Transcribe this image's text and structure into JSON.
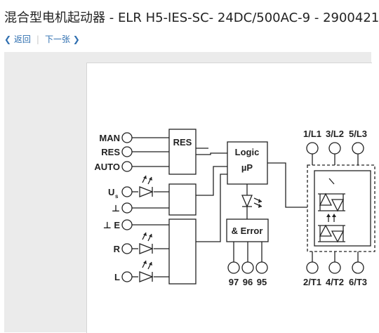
{
  "page": {
    "title": "混合型电机起动器 - ELR H5-IES-SC- 24DC/500AC-9 - 2900421"
  },
  "nav": {
    "back_label": "返回",
    "next_label": "下一张"
  },
  "diagram": {
    "inputs": {
      "man": "MAN",
      "res": "RES",
      "auto": "AUTO",
      "us": "U",
      "us_sub": "s",
      "gnd": "⊥",
      "gnd_e": "⊥ E",
      "r": "R",
      "l": "L"
    },
    "blocks": {
      "res": "RES",
      "logic": "Logic",
      "up": "µP",
      "error": "& Error"
    },
    "relay_pins": [
      "97",
      "96",
      "95"
    ],
    "line_terminals": [
      "1/L1",
      "3/L2",
      "5/L3"
    ],
    "load_terminals": [
      "2/T1",
      "4/T2",
      "6/T3"
    ]
  }
}
